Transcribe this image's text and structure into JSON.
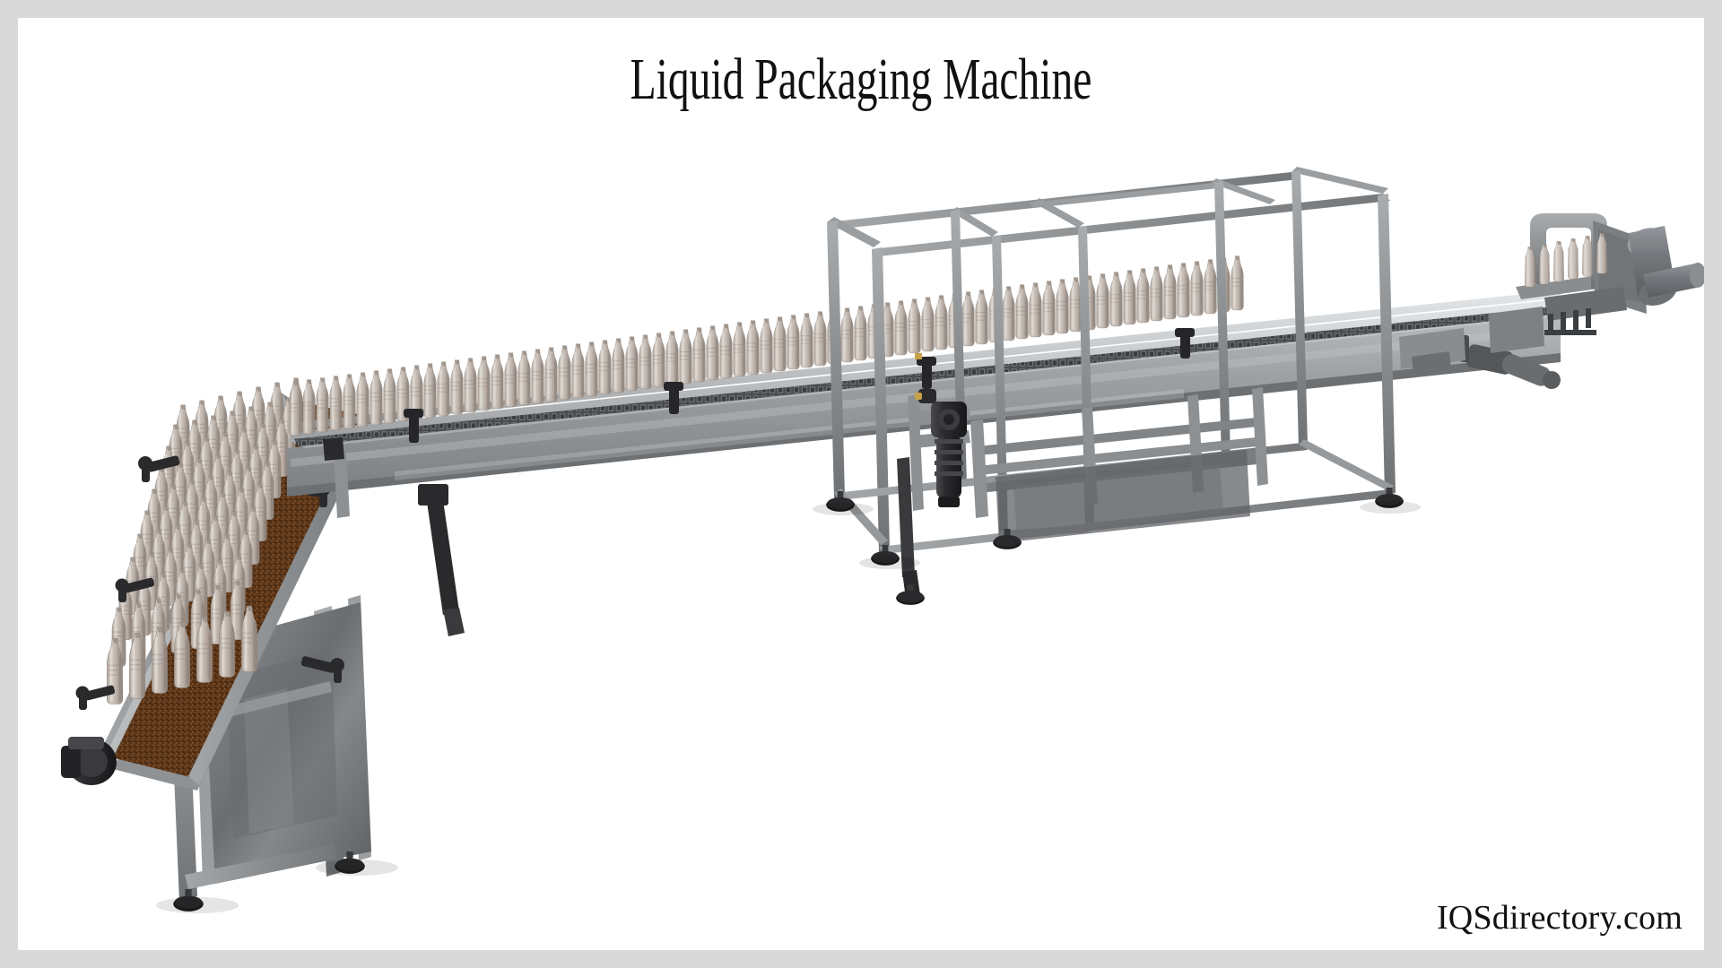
{
  "page": {
    "title": "Liquid Packaging Machine",
    "watermark": "IQSdirectory.com",
    "border_color": "#d9d9d9",
    "canvas_color": "#ffffff",
    "title_color": "#111111"
  },
  "scene": {
    "name": "liquid-packaging-machine-render",
    "type": "3d-product-render",
    "description": "Isometric 3D render of an inline liquid packaging / bottling line: inclined bottle accumulation infeed table at lower left feeding a long single-file slat conveyor that rises to the right, passing through an open square-tube guard cage, ending at a discharge transfer head with cylindrical tanks at upper right.",
    "palette": {
      "frame_gray": "#8b8e90",
      "frame_gray_light": "#a9acae",
      "frame_gray_dark": "#6f7275",
      "panel_gray": "#7b7e81",
      "panel_gray_dark": "#5f6265",
      "conveyor_body": "#9a9d9f",
      "conveyor_top": "#b7babc",
      "chain_dark": "#4a4c4e",
      "bottle_body": "#c3b9b1",
      "bottle_shade": "#a89d95",
      "bottle_highlight": "#ddd6d0",
      "belt_brown": "#5d3a1e",
      "belt_brown_light": "#7a4e28",
      "motor_black": "#2b2b2d",
      "foot_black": "#1e1e20",
      "rail_silver": "#cfd2d4"
    },
    "components": [
      {
        "id": "infeed-table",
        "label": "Inclined bottle accumulation infeed table",
        "region": "lower-left"
      },
      {
        "id": "infeed-belt",
        "label": "Brown textured accumulation belt",
        "region": "lower-left"
      },
      {
        "id": "bottle-mass",
        "label": "Mass-accumulated PET bottles",
        "region": "lower-left"
      },
      {
        "id": "main-conveyor",
        "label": "Single-file inclined slat conveyor",
        "region": "center"
      },
      {
        "id": "guide-rails",
        "label": "Adjustable bottle guide rails",
        "region": "center"
      },
      {
        "id": "bottle-line",
        "label": "Single-file PET bottle queue",
        "region": "center"
      },
      {
        "id": "guard-cage",
        "label": "Square tube safety guard cage frame",
        "region": "center-right"
      },
      {
        "id": "gearmotor",
        "label": "Black drive gearmotor",
        "region": "center"
      },
      {
        "id": "support-legs",
        "label": "Adjustable support legs with leveling feet",
        "region": "bottom"
      },
      {
        "id": "discharge-head",
        "label": "Discharge transfer head with cylindrical tanks",
        "region": "upper-right"
      },
      {
        "id": "side-actuator",
        "label": "Side-mounted pneumatic actuator",
        "region": "right"
      }
    ],
    "counts": {
      "bottles_single_file_visible": 96,
      "bottles_accumulated_visible": 140,
      "cage_uprights": 8,
      "leveling_feet": 7
    }
  }
}
